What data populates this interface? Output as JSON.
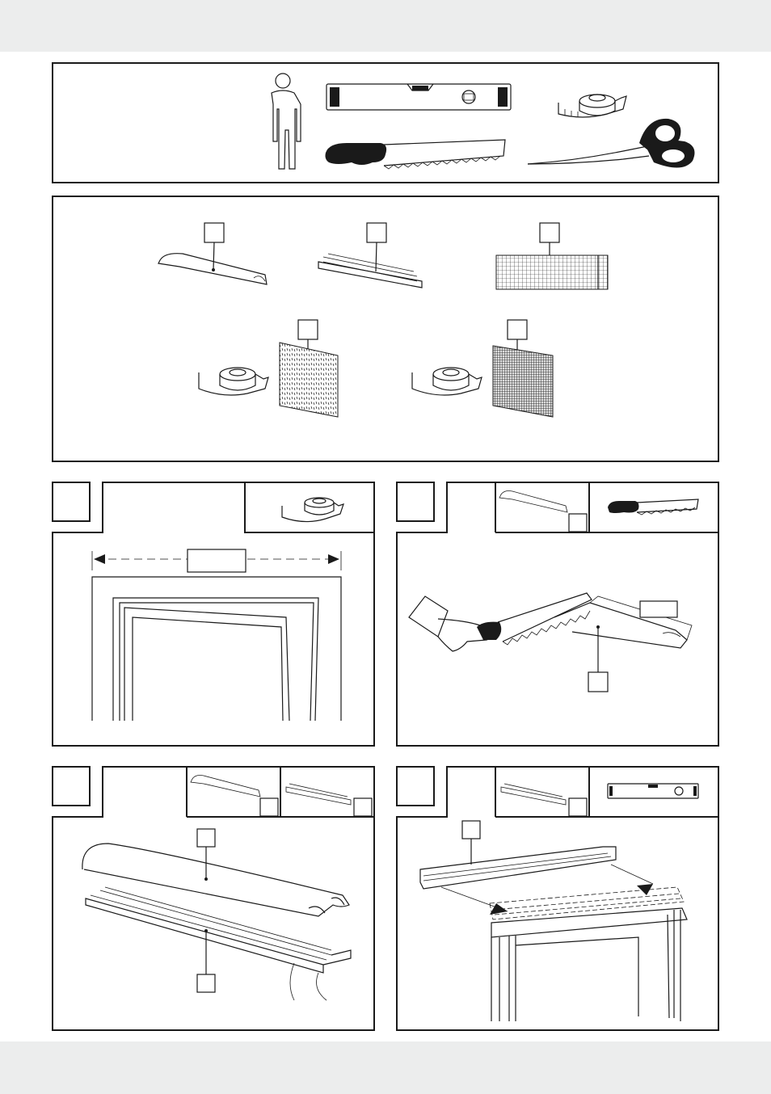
{
  "page": {
    "background": "#ffffff",
    "band_color": "#eceded",
    "ink": "#1a1a1a"
  },
  "tools_panel": {
    "items": [
      "person-icon",
      "spirit-level-icon",
      "measuring-tape-icon",
      "saw-icon",
      "scissors-icon"
    ]
  },
  "parts_panel": {
    "items": [
      "cover-profile",
      "base-rail",
      "mesh-screen",
      "hook-tape-roll-and-panel",
      "loop-tape-roll-and-mesh"
    ]
  },
  "steps": [
    {
      "panel": "measure-step",
      "icons": [
        "measuring-tape-icon"
      ]
    },
    {
      "panel": "cut-step",
      "icons": [
        "cover-profile-icon",
        "saw-icon"
      ]
    },
    {
      "panel": "assemble-step",
      "icons": [
        "cover-profile-icon",
        "base-rail-icon"
      ]
    },
    {
      "panel": "mount-step",
      "icons": [
        "base-rail-icon",
        "spirit-level-icon"
      ]
    }
  ]
}
